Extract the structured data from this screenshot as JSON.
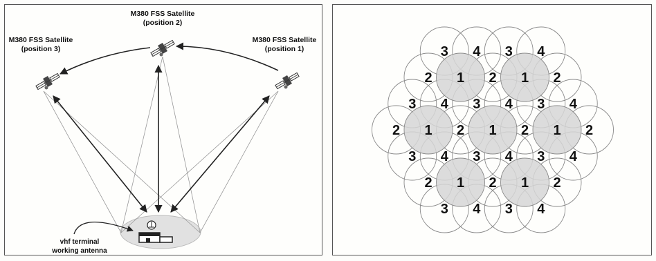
{
  "left_panel": {
    "satellites": [
      {
        "id": "pos1",
        "line1": "M380 FSS Satellite",
        "line2": "(position 1)"
      },
      {
        "id": "pos2",
        "line1": "M380 FSS Satellite",
        "line2": "(position 2)"
      },
      {
        "id": "pos3",
        "line1": "M380 FSS Satellite",
        "line2": "(position 3)"
      }
    ],
    "terminal": {
      "line1": "vhf terminal",
      "line2": "working antenna"
    }
  },
  "right_panel": {
    "rows": [
      [
        "3",
        "4",
        "3",
        "4"
      ],
      [
        "2",
        "1",
        "2",
        "1",
        "2"
      ],
      [
        "3",
        "4",
        "3",
        "4",
        "3",
        "4"
      ],
      [
        "2",
        "1",
        "2",
        "1",
        "2",
        "1",
        "2"
      ],
      [
        "3",
        "4",
        "3",
        "4",
        "3",
        "4"
      ],
      [
        "2",
        "1",
        "2",
        "1",
        "2"
      ],
      [
        "3",
        "4",
        "3",
        "4"
      ]
    ],
    "highlight_label": "1",
    "highlight_color": "#d6d6d6"
  }
}
